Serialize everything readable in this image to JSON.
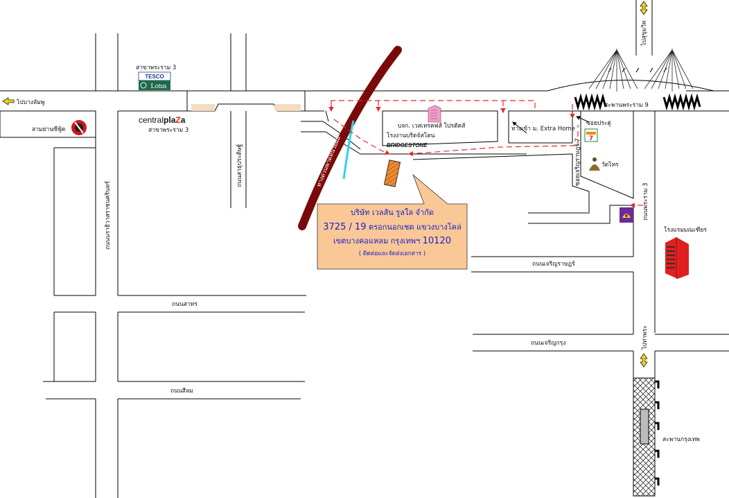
{
  "labels": {
    "to_bangna": "ไปบางลัมพู",
    "tesco_branch": "สาขาพระราม 3",
    "tesco_logo_top": "TESCO",
    "tesco_logo_bottom": "Lotus",
    "sam_yan": "สามย่านซีฟู้ด",
    "central_brand_a": "central",
    "central_brand_b": "pla",
    "central_brand_c": "Z",
    "central_brand_d": "a",
    "central_branch": "สาขาพระราม 3",
    "rd_pradu": "ถนนสาธุประดิษฐ์",
    "rd_narathiwat": "ถนนนราธิวาสราชนครินทร์",
    "rd_sathorn": "ถนนสาทร",
    "rd_silom": "ถนนสีลม",
    "expressway": "ทางด่วนพาดหน่วยผม",
    "company_western": "บจก. เวสเทรคฟส์ โปรดัคส์",
    "bridgestone_plant": "โรงงานบริดจ์สโตน",
    "bridgestone_logo": "BRIDGESTONE",
    "extra_home": "ทางเข้า ม. Extra Home",
    "to_sukhumvit": "ไปสุขุมวิท",
    "rama9_bridge": "สะพานพระราม 9",
    "soi_pradu": "ซอยประดู่",
    "soi_charoen7": "ซอยเจริญราษฎร์ 7",
    "wat_thai": "วัดไทร",
    "rama3": "ถนนพระราม 3",
    "hotel": "โรงแรมมณเฑียร",
    "rd_charoenrat": "ถนนเจริญราษฎร์",
    "rd_charoenkrung": "ถนนเจริญกรุง",
    "to_phra": "ไปท่าพระ",
    "krungthep_bridge": "สะพานกรุงเทพ"
  },
  "callout": {
    "line1": "บริษัท เวลส้น รูลใล จำกัด",
    "line2": "3725 / 19",
    "line2b": " ตรอกนอกเชต แขวงบางโคล่",
    "line3": "เขตบางคอแหลม กรุงเทพฯ ",
    "line3b": "10120",
    "line4": "( ติดต่อและจัดส่งเอกสาร )"
  },
  "colors": {
    "expressway": "#7a0a0a",
    "route": "#e8262b",
    "callout_fill": "#f9c896",
    "callout_text": "#1a20c8",
    "site": "#f08a30",
    "canal": "#2ad4f0",
    "hotel": "#e02020",
    "bank": "#6a2a9a",
    "seven_green": "#1a8a2a"
  },
  "icons": [
    "arrow-icon",
    "seafood-logo-icon",
    "office-building-icon",
    "seven-eleven-icon",
    "buddha-icon",
    "bank-icon",
    "hotel-icon",
    "bridge-icon",
    "tesco-lotus-logo-icon"
  ]
}
